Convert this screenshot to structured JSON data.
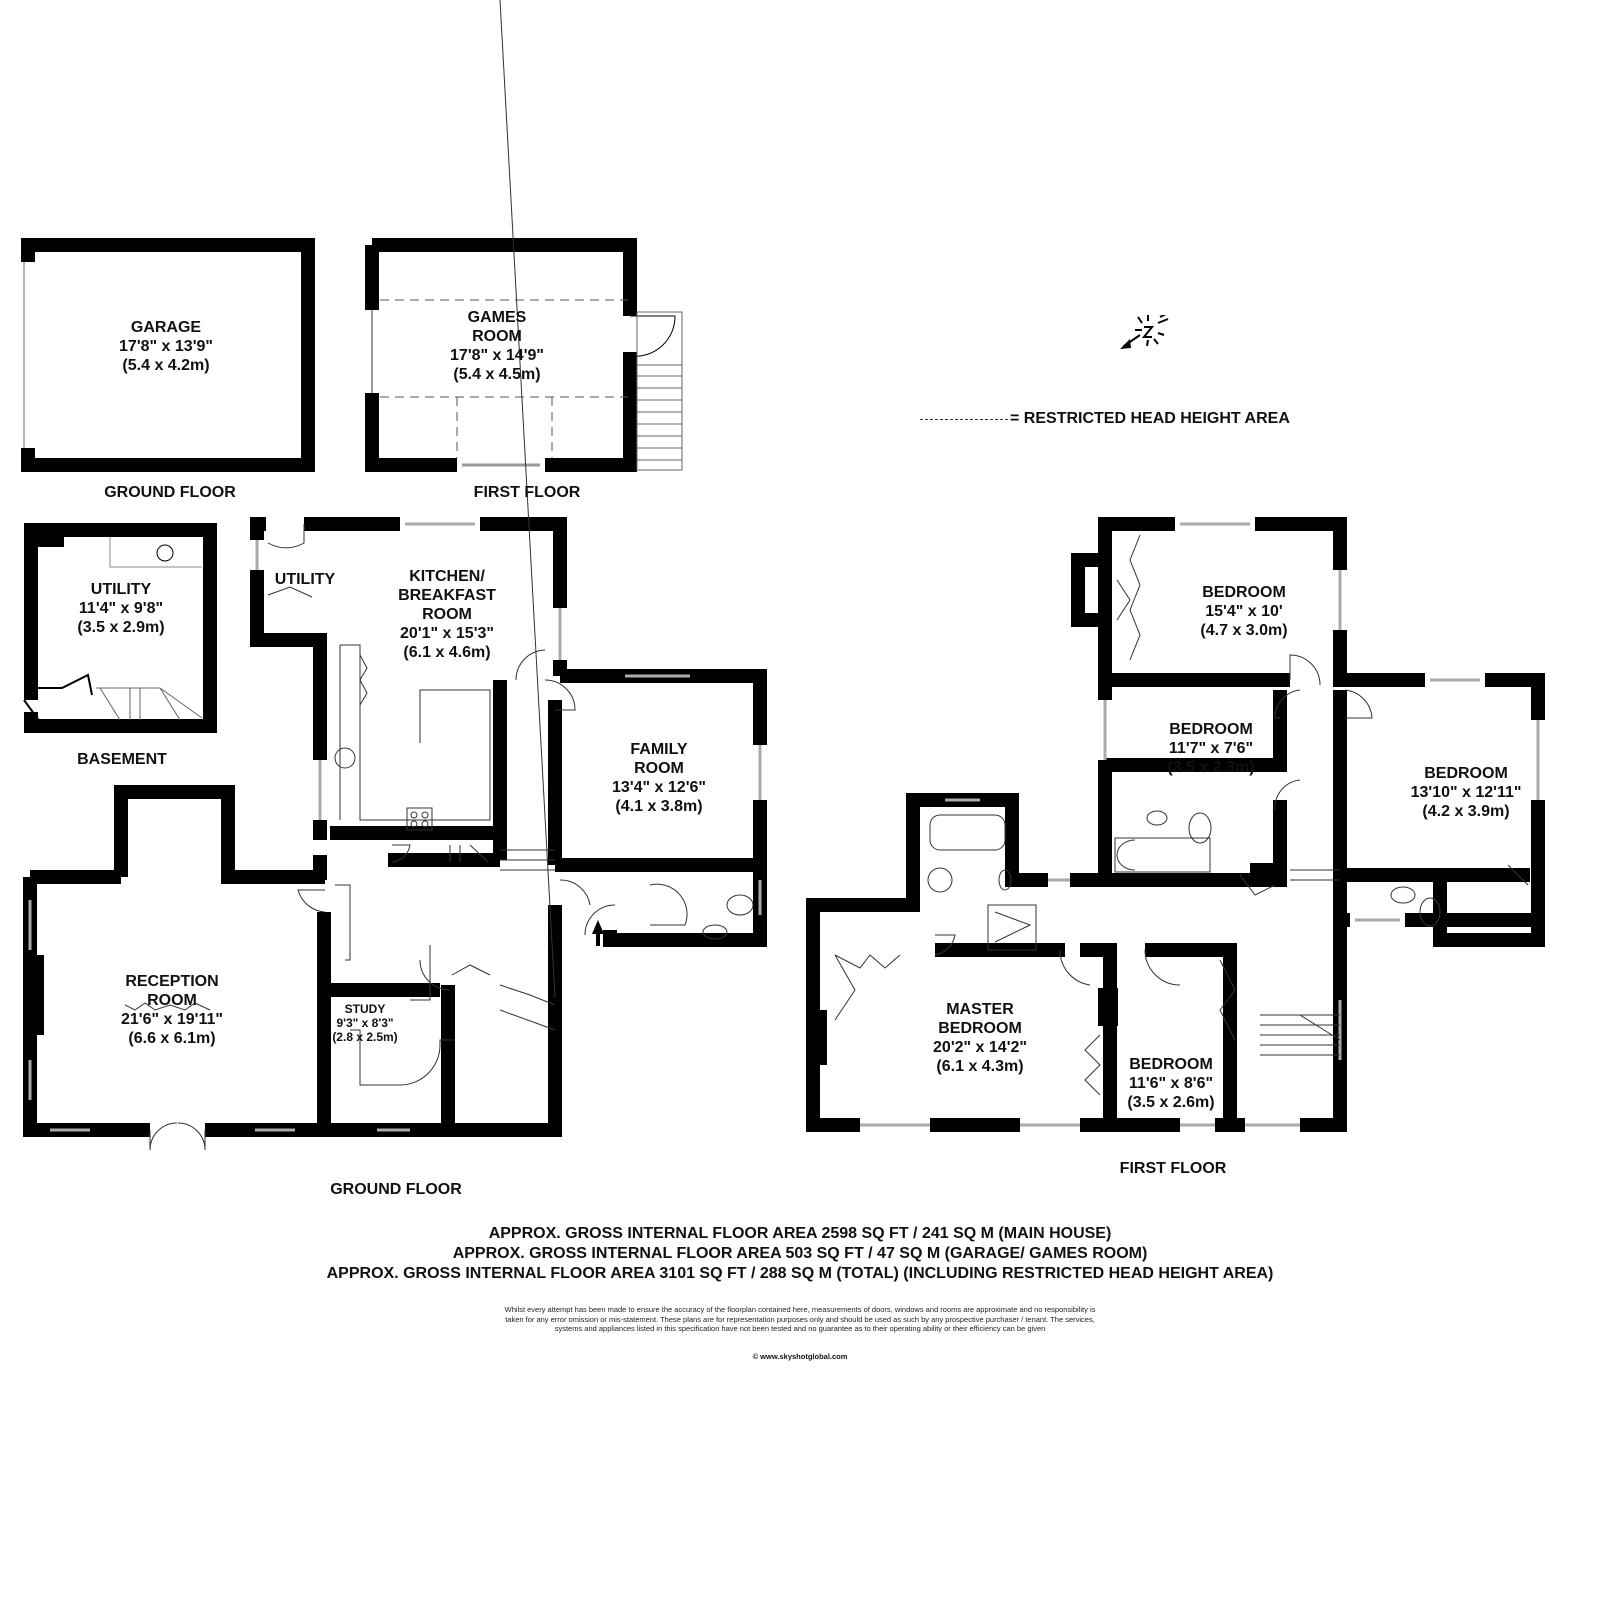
{
  "outbuilding": {
    "ground_floor": {
      "label": "GROUND FLOOR",
      "rooms": [
        {
          "name": "GARAGE",
          "imperial": "17'8\" x 13'9\"",
          "metric": "(5.4 x 4.2m)"
        }
      ]
    },
    "first_floor": {
      "label": "FIRST FLOOR",
      "rooms": [
        {
          "name_line1": "GAMES",
          "name_line2": "ROOM",
          "imperial": "17'8\" x 14'9\"",
          "metric": "(5.4 x 4.5m)"
        }
      ]
    }
  },
  "basement": {
    "label": "BASEMENT",
    "rooms": [
      {
        "name": "UTILITY",
        "imperial": "11'4\" x 9'8\"",
        "metric": "(3.5 x 2.9m)"
      }
    ]
  },
  "ground_floor": {
    "label": "GROUND FLOOR",
    "rooms": [
      {
        "name": "UTILITY"
      },
      {
        "name_line1": "KITCHEN/",
        "name_line2": "BREAKFAST",
        "name_line3": "ROOM",
        "imperial": "20'1\" x 15'3\"",
        "metric": "(6.1 x 4.6m)"
      },
      {
        "name_line1": "FAMILY",
        "name_line2": "ROOM",
        "imperial": "13'4\" x 12'6\"",
        "metric": "(4.1 x 3.8m)"
      },
      {
        "name_line1": "RECEPTION",
        "name_line2": "ROOM",
        "imperial": "21'6\" x 19'11\"",
        "metric": "(6.6 x 6.1m)"
      },
      {
        "name": "STUDY",
        "imperial": "9'3\" x 8'3\"",
        "metric": "(2.8 x 2.5m)"
      }
    ]
  },
  "first_floor": {
    "label": "FIRST FLOOR",
    "rooms": [
      {
        "name": "BEDROOM",
        "imperial": "15'4\" x 10'",
        "metric": "(4.7 x 3.0m)"
      },
      {
        "name": "BEDROOM",
        "imperial": "11'7\" x 7'6\"",
        "metric": "(3.5 x 2.3m)"
      },
      {
        "name": "BEDROOM",
        "imperial": "13'10\" x 12'11\"",
        "metric": "(4.2 x 3.9m)"
      },
      {
        "name_line1": "MASTER",
        "name_line2": "BEDROOM",
        "imperial": "20'2\" x 14'2\"",
        "metric": "(6.1 x 4.3m)"
      },
      {
        "name": "BEDROOM",
        "imperial": "11'6\" x 8'6\"",
        "metric": "(3.5 x 2.6m)"
      }
    ]
  },
  "legend": {
    "text": "= RESTRICTED HEAD HEIGHT AREA"
  },
  "compass": {
    "icon": "north-arrow-icon",
    "letter": "N"
  },
  "areas": [
    "APPROX. GROSS INTERNAL FLOOR AREA 2598 SQ FT / 241 SQ M (MAIN HOUSE)",
    "APPROX. GROSS INTERNAL FLOOR AREA 503 SQ FT / 47 SQ M (GARAGE/ GAMES ROOM)",
    "APPROX. GROSS INTERNAL FLOOR AREA 3101 SQ FT / 288 SQ M (TOTAL) (INCLUDING RESTRICTED HEAD HEIGHT AREA)"
  ],
  "disclaimer": "Whilst every attempt has been made to ensure the accuracy of the floorplan contained here, measurements of doors, windows and rooms are approximate and no responsibility is taken for any error omission or mis-statement. These plans are for representation purposes only and should  be used as such by any prospective purchaser / tenant. The services, systems and appliances listed in this specification have not been tested and no guarantee as to their operating ability or their efficiency can be given",
  "copyright": "© www.skyshotglobal.com"
}
